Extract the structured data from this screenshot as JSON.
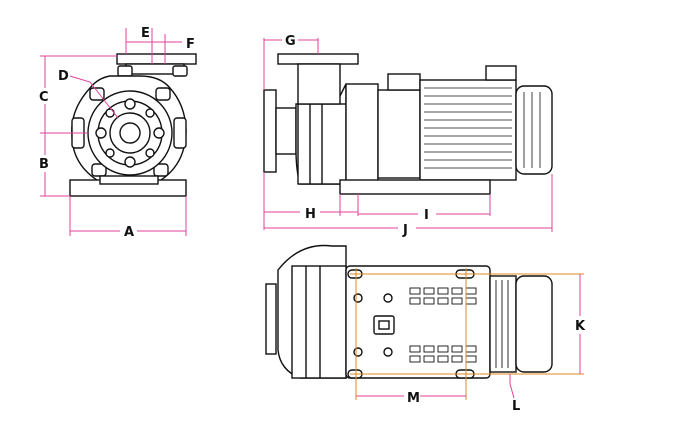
{
  "colors": {
    "dimension_line": "#e0409a",
    "orange_line": "#e08a1e",
    "ink": "#111111",
    "fill_light": "#f4f4f4"
  },
  "labels": {
    "A": "A",
    "B": "B",
    "C": "C",
    "D": "D",
    "E": "E",
    "F": "F",
    "G": "G",
    "H": "H",
    "I": "I",
    "J": "J",
    "K": "K",
    "L": "L",
    "M": "M"
  }
}
